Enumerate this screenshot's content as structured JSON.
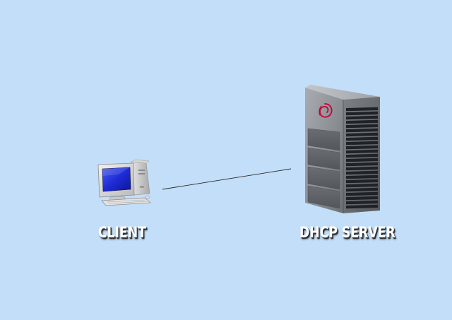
{
  "colors": {
    "background": "#c3def8",
    "label_text": "#ffffff",
    "connection_line": "#2b2b2b",
    "monitor_screen": "#1e2bd6",
    "server_body": "#8d9196",
    "logo_accent": "#c70036"
  },
  "nodes": {
    "client": {
      "label": "CLIENT",
      "icon": "desktop-computer-icon"
    },
    "server": {
      "label": "DHCP SERVER",
      "icon": "tower-server-icon",
      "logo": "debian-swirl-logo"
    }
  },
  "edges": [
    {
      "from": "client",
      "to": "server",
      "style": "thin-line"
    }
  ]
}
